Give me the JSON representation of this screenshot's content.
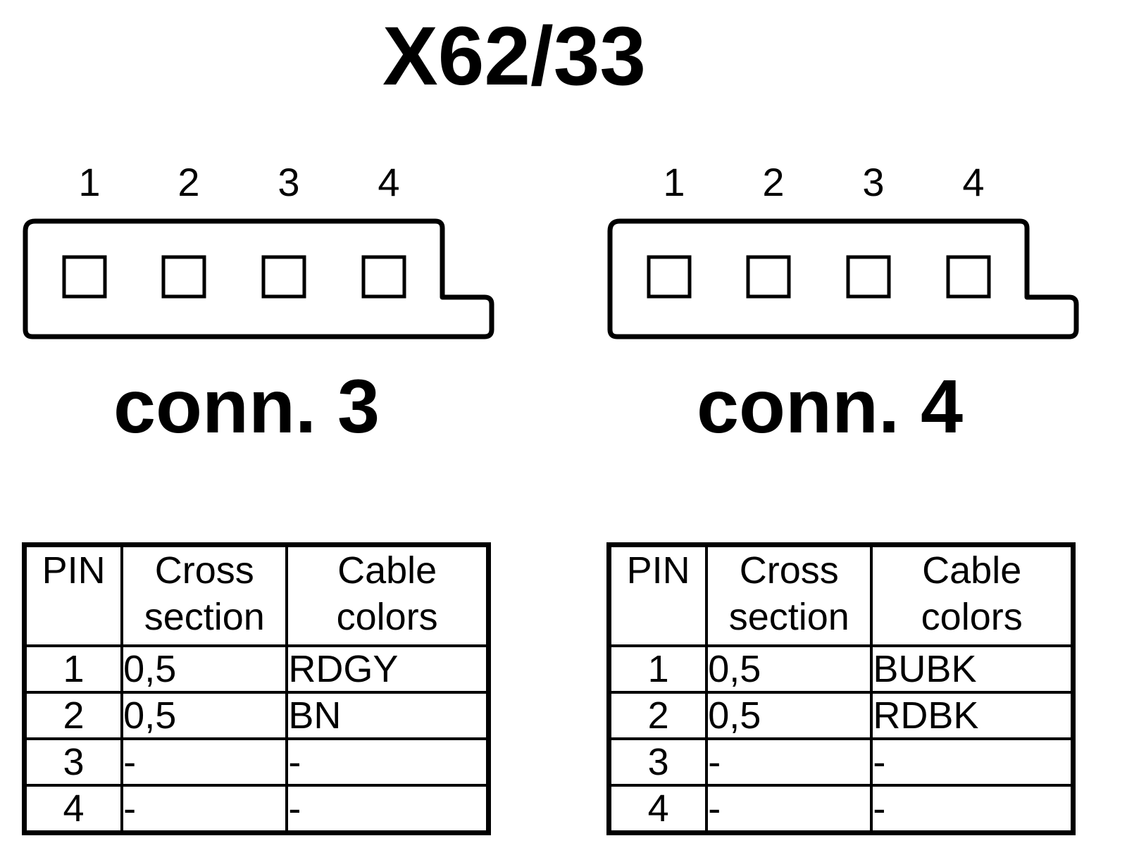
{
  "title": "X62/33",
  "pin_numbers": [
    "1",
    "2",
    "3",
    "4"
  ],
  "table_headers": {
    "pin": "PIN",
    "cross_section": "Cross section",
    "cable_colors": "Cable colors"
  },
  "connectors": [
    {
      "label": "conn. 3",
      "rows": [
        {
          "pin": "1",
          "cross": "0,5",
          "color": "RDGY"
        },
        {
          "pin": "2",
          "cross": "0,5",
          "color": "BN"
        },
        {
          "pin": "3",
          "cross": "-",
          "color": "-"
        },
        {
          "pin": "4",
          "cross": "-",
          "color": "-"
        }
      ]
    },
    {
      "label": "conn. 4",
      "rows": [
        {
          "pin": "1",
          "cross": "0,5",
          "color": "BUBK"
        },
        {
          "pin": "2",
          "cross": "0,5",
          "color": "RDBK"
        },
        {
          "pin": "3",
          "cross": "-",
          "color": "-"
        },
        {
          "pin": "4",
          "cross": "-",
          "color": "-"
        }
      ]
    }
  ]
}
